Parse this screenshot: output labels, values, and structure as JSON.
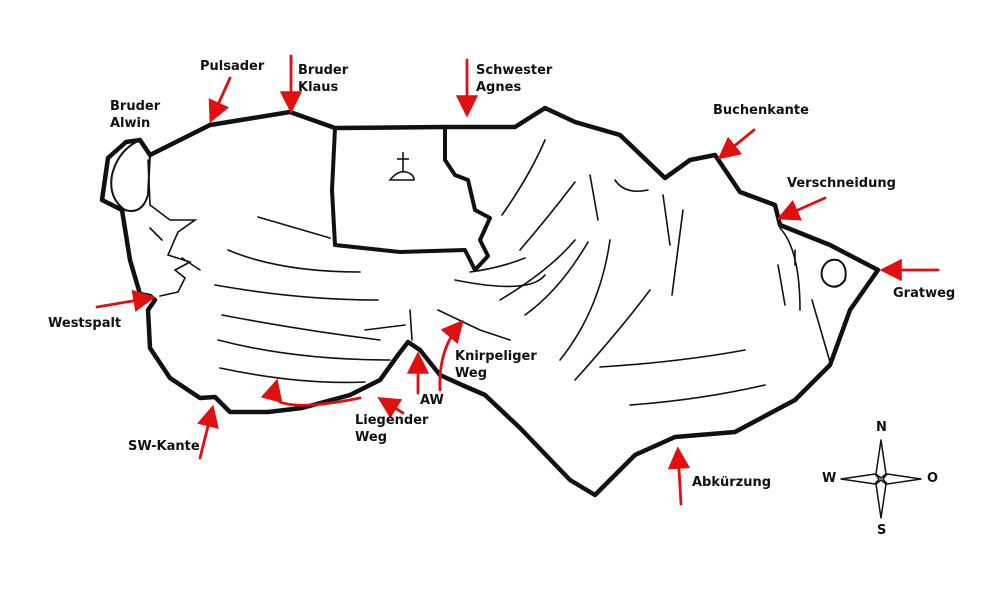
{
  "colors": {
    "outline": "#111111",
    "arrow": "#e01010",
    "background": "#ffffff"
  },
  "icons": {
    "summit": "summit-cross-icon",
    "compass": "compass-rose-icon"
  },
  "routes": [
    {
      "id": "pulsader",
      "lines": [
        "Pulsader"
      ]
    },
    {
      "id": "bruder-klaus",
      "lines": [
        "Bruder",
        "Klaus"
      ]
    },
    {
      "id": "schwester-agnes",
      "lines": [
        "Schwester",
        "Agnes"
      ]
    },
    {
      "id": "bruder-alwin",
      "lines": [
        "Bruder",
        "Alwin"
      ]
    },
    {
      "id": "buchenkante",
      "lines": [
        "Buchenkante"
      ]
    },
    {
      "id": "verschneidung",
      "lines": [
        "Verschneidung"
      ]
    },
    {
      "id": "gratweg",
      "lines": [
        "Gratweg"
      ]
    },
    {
      "id": "westspalt",
      "lines": [
        "Westspalt"
      ]
    },
    {
      "id": "knirpeliger-weg",
      "lines": [
        "Knirpeliger",
        "Weg"
      ]
    },
    {
      "id": "aw",
      "lines": [
        "AW"
      ]
    },
    {
      "id": "liegender-weg",
      "lines": [
        "Liegender",
        "Weg"
      ]
    },
    {
      "id": "sw-kante",
      "lines": [
        "SW-Kante"
      ]
    },
    {
      "id": "abkuerzung",
      "lines": [
        "Abkürzung"
      ]
    }
  ],
  "compass": {
    "north": "N",
    "south": "S",
    "west": "W",
    "east": "O"
  }
}
